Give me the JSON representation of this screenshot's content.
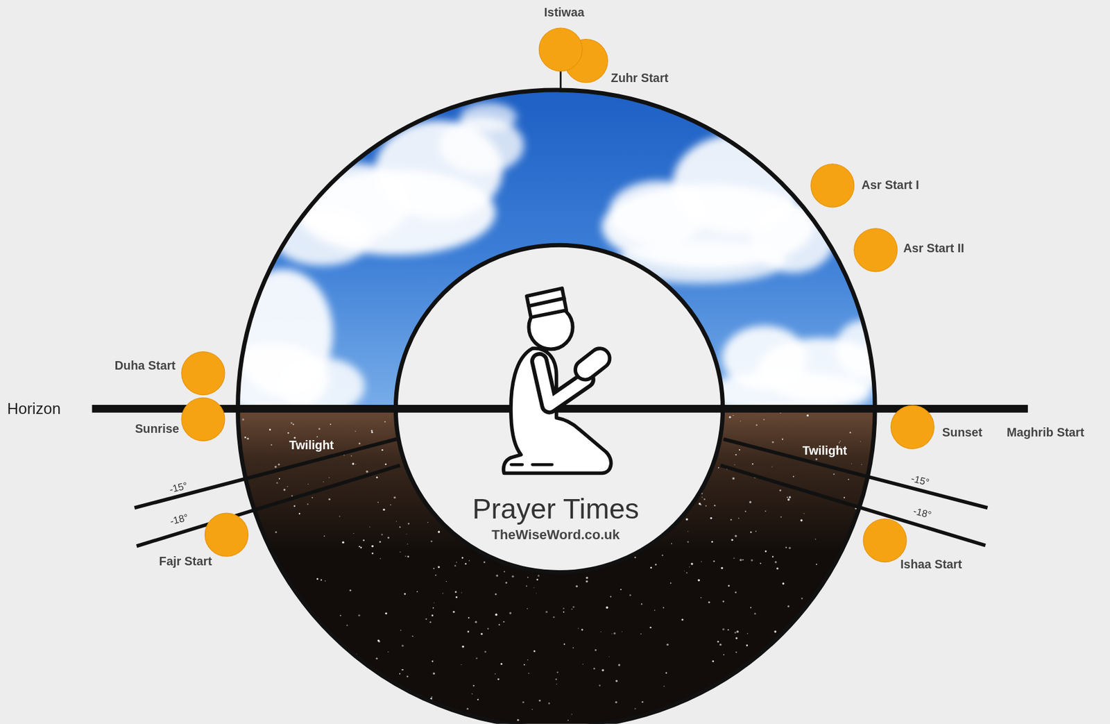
{
  "diagram": {
    "nodes": [
      {
        "text": [
          "Istiwaa"
        ]
      },
      {
        "text": [
          "Zuhr Start"
        ]
      },
      {
        "text": [
          "Asr Start I"
        ]
      },
      {
        "text": [
          "Asr Start II"
        ]
      },
      {
        "text": [
          "Duha Start"
        ]
      },
      {
        "text": [
          "Sunrise"
        ]
      },
      {
        "text": [
          "Sunset",
          "Maghrib Start"
        ]
      },
      {
        "text": [
          "Prayer Times",
          "TheWiseWord.co.uk"
        ]
      },
      {
        "text": [
          "Fajr Start"
        ]
      },
      {
        "text": [
          "Ishaa Start"
        ]
      }
    ],
    "labels": [
      "Horizon",
      "Twilight",
      "Twilight",
      "-15°",
      "-18°",
      "-15°",
      "-18°"
    ]
  }
}
